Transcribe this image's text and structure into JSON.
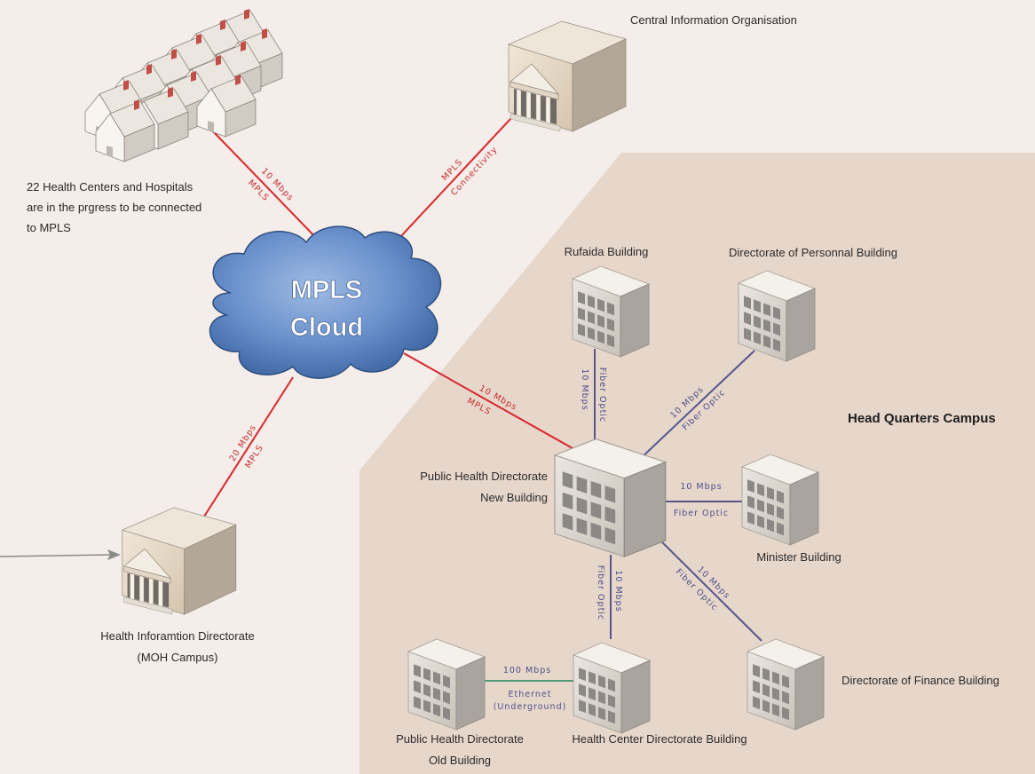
{
  "diagram": {
    "campus_title": "Head Quarters Campus",
    "cloud": {
      "line1": "MPLS",
      "line2": "Cloud"
    }
  },
  "nodes": {
    "health_centers": [
      "22 Health Centers and Hospitals",
      "are in the prgress to be connected",
      "to MPLS"
    ],
    "central_org": "Central Information Organisation",
    "health_info_dir": [
      "Health Inforamtion Directorate",
      "(MOH Campus)"
    ],
    "rufaida": "Rufaida Building",
    "personnal": "Directorate of Personnal Building",
    "phd_new": [
      "Public Health Directorate",
      "New Building"
    ],
    "minister": "Minister Building",
    "finance": "Directorate of Finance Building",
    "hcd": "Health Center Directorate Building",
    "phd_old": [
      "Public Health Directorate",
      "Old Building"
    ]
  },
  "links": {
    "health_centers_cloud": {
      "speed": "10 Mbps",
      "medium": "MPLS"
    },
    "central_cloud": {
      "medium": "MPLS",
      "label": "Connectivity"
    },
    "cloud_phd_new": {
      "speed": "10 Mbps",
      "medium": "MPLS"
    },
    "cloud_hid": {
      "speed": "20 Mbps",
      "medium": "MPLS"
    },
    "phd_new_rufaida": {
      "speed": "10 Mbps",
      "medium": "Fiber Optic"
    },
    "phd_new_personnal": {
      "speed": "10 Mbps",
      "medium": "Fiber Optic"
    },
    "phd_new_minister": {
      "speed": "10 Mbps",
      "medium": "Fiber Optic"
    },
    "phd_new_finance": {
      "speed": "10 Mbps",
      "medium": "Fiber Optic"
    },
    "phd_new_hcd": {
      "speed": "10 Mbps",
      "medium": "Fiber Optic"
    },
    "phd_old_hcd": {
      "speed": "100 Mbps",
      "medium": "Ethernet",
      "note": "(Underground)"
    }
  },
  "colors": {
    "page_bg": "#f4ede9",
    "campus_bg": "#e7d7cb",
    "mpls_link": "#d8262c",
    "fiber_link": "#55558c",
    "ethernet_link": "#4e9a78",
    "cloud": "#5b82c0",
    "inbound_arrow": "#8a8a8a"
  },
  "icons": [
    "house-icon",
    "office-building-icon",
    "government-building-icon",
    "cloud-icon"
  ]
}
